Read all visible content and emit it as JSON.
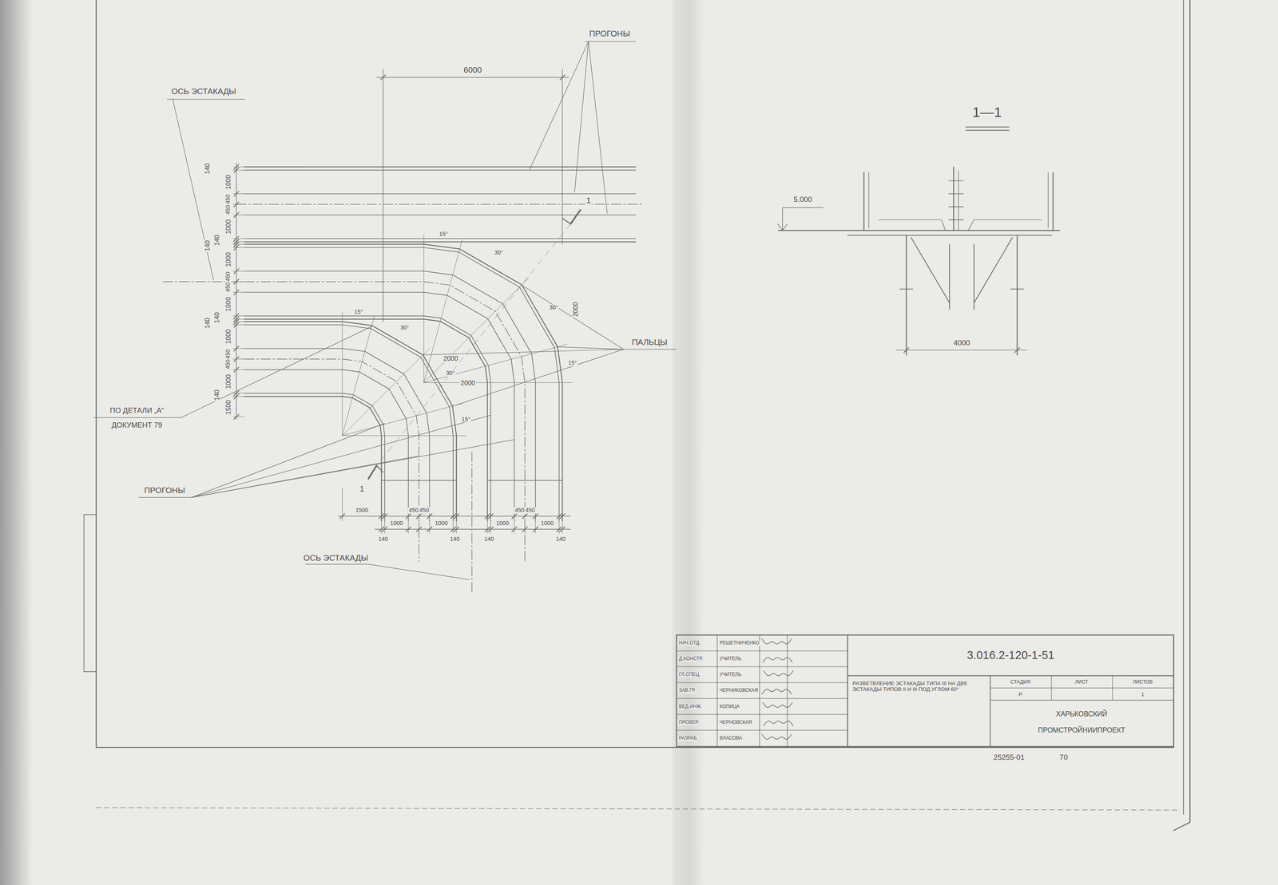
{
  "diagram": {
    "labels": [
      "ОСЬ ЭСТАКАДЫ",
      "6000",
      "ПРОГОНЫ",
      "140",
      "1000",
      "450",
      "450",
      "1000",
      "140",
      "140",
      "1000",
      "450",
      "450",
      "1000",
      "140",
      "140",
      "1000",
      "450",
      "450",
      "1000",
      "140",
      "1500",
      "15°",
      "30°",
      "30°",
      "15°",
      "15°",
      "30°",
      "30°",
      "15°",
      "2000",
      "2000",
      "2000",
      "ПАЛЬЦЫ",
      "ПО ДЕТАЛИ „А“",
      "ДОКУМЕНТ 79",
      "ПРОГОНЫ",
      "1500",
      "140",
      "1000",
      "450",
      "450",
      "1000",
      "140",
      "140",
      "1000",
      "450",
      "450",
      "1000",
      "140",
      "ОСЬ ЭСТАКАДЫ",
      "1",
      "1",
      "1—1",
      "5.000",
      "4000",
      "НАЧ.ОТД.",
      "РЕШЕТНИЧЕНКО",
      "Д.КОНСТР.",
      "УЧИТЕЛЬ",
      "ГЛ.СПЕЦ.",
      "УЧИТЕЛЬ",
      "ЗАВ.ГР.",
      "ЧЕРНИКОВСКАЯ",
      "ВЕД.ИНЖ.",
      "КОПИЦА",
      "ПРОВЕР.",
      "ЧЕРНОВСКАЯ",
      "РАЗРАБ.",
      "ВЛАСОВА",
      "3.016.2-120-1-51",
      "РАЗВЕТВЛЕНИЕ ЭСТАКАДЫ ТИПА III НА ДВЕ ЭСТАКАДЫ ТИПОВ II И III ПОД УГЛОМ 60°",
      "СТАДИЯ",
      "ЛИСТ",
      "ЛИСТОВ",
      "Р",
      "1",
      "ХАРЬКОВСКИЙ",
      "ПРОМСТРОЙНИИПРОЕКТ",
      "25255-01",
      "70"
    ]
  }
}
